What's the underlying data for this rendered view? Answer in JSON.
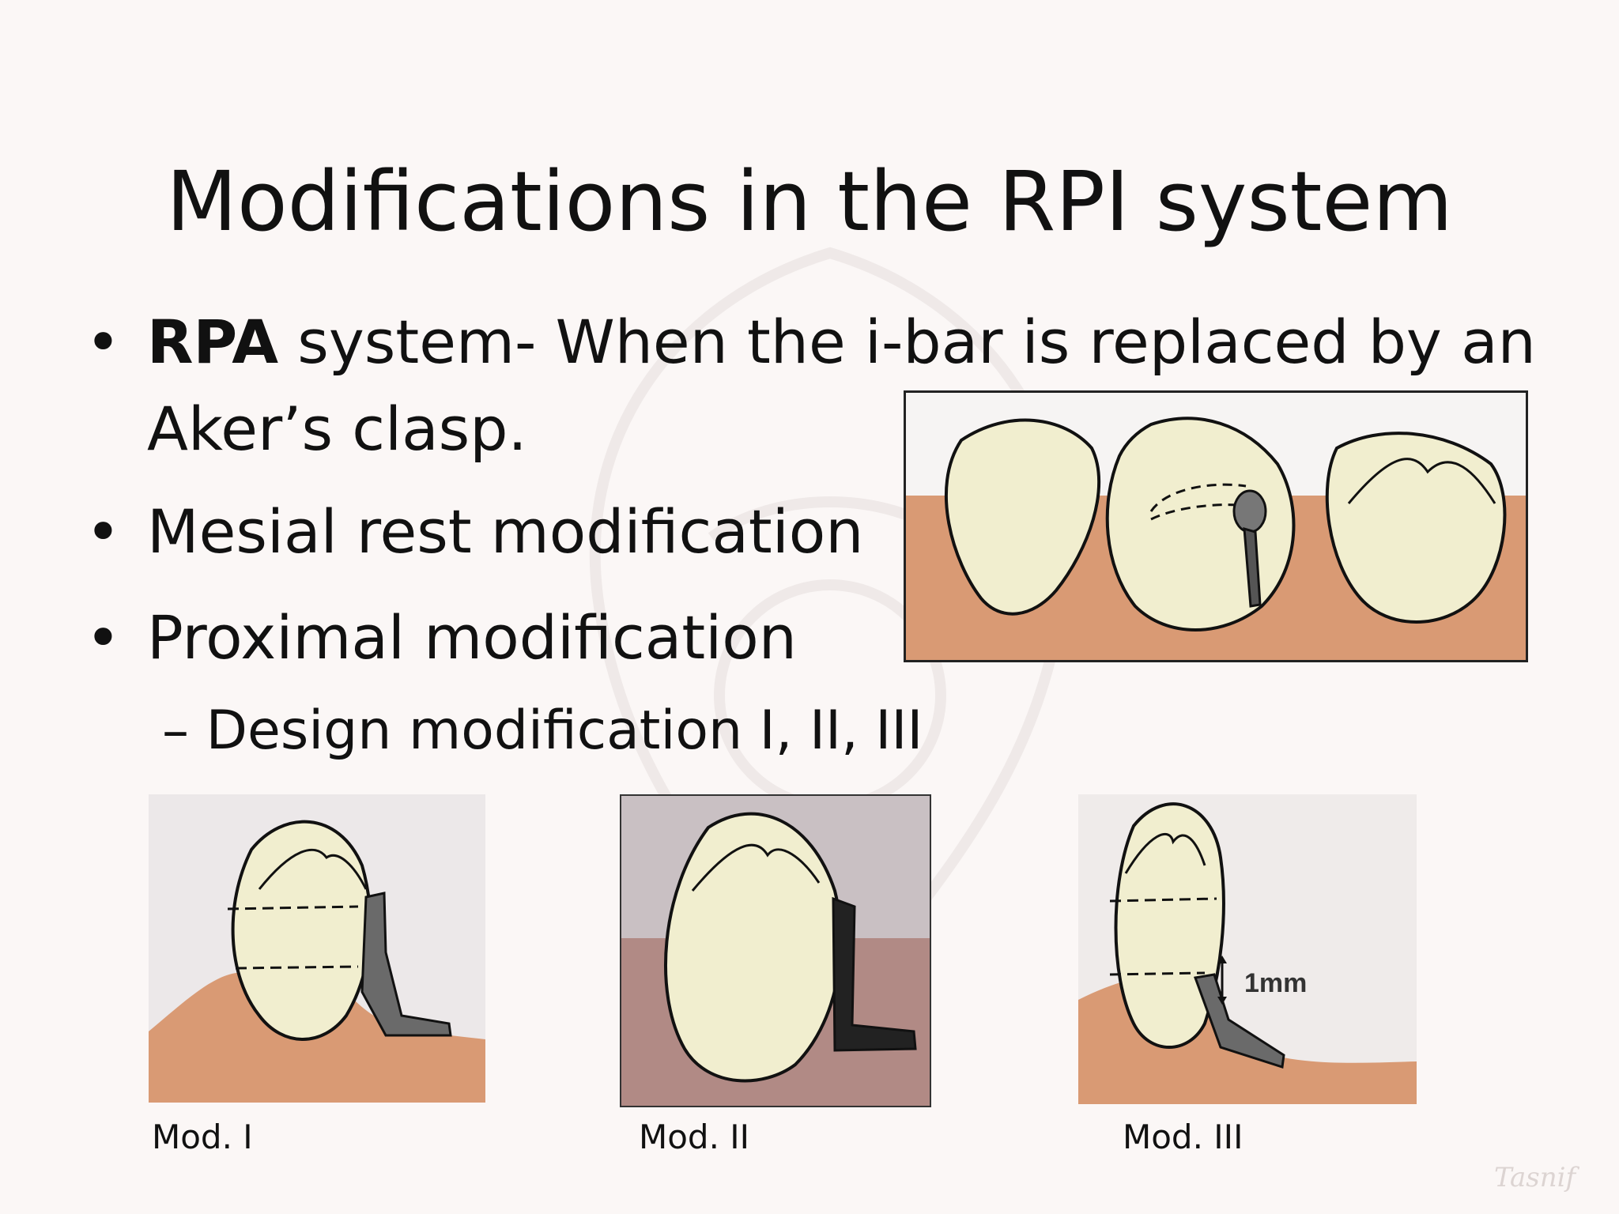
{
  "slide": {
    "title": "Modifications in the RPI system",
    "bullets": [
      {
        "bold": "RPA",
        "text": " system- When the i-bar is replaced by an Aker’s clasp."
      },
      {
        "text": "Mesial rest modification"
      },
      {
        "text": "Proximal modification"
      }
    ],
    "sub_bullet": "– Design modification I, II, III",
    "bullet_symbol": "•"
  },
  "figures": {
    "captions": [
      "Mod. I",
      "Mod. II",
      "Mod. III"
    ],
    "measure_label": "1mm",
    "signature": "Tasnif"
  },
  "colors": {
    "tooth": "#f1eecf",
    "gum": "#d99a74",
    "clasp": "#6a6a6a",
    "outline": "#111111"
  }
}
